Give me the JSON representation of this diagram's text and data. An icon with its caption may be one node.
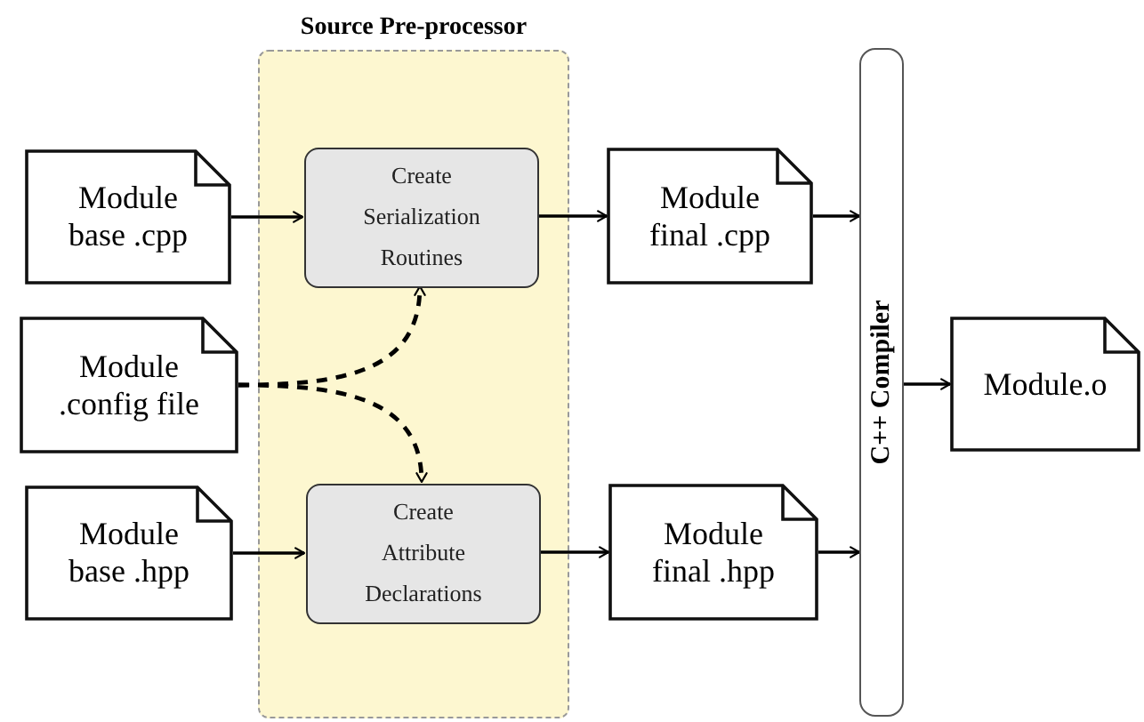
{
  "diagram": {
    "nodes": [
      {
        "text": [
          "Source Pre-processor"
        ]
      },
      {
        "text": [
          "Module base .cpp"
        ]
      },
      {
        "text": [
          "Create Serialization Routines"
        ],
        "in": 0
      },
      {
        "text": [
          "Module .config file"
        ]
      },
      {
        "text": [
          "Create Attribute Declarations"
        ],
        "in": 0
      },
      {
        "text": [
          "Module base .hpp"
        ]
      },
      {
        "text": [
          "Module final .cpp"
        ]
      },
      {
        "text": [
          "Module final .hpp"
        ]
      },
      {
        "text": [
          "C++ Compiler"
        ]
      },
      {
        "text": [
          "Module.o"
        ]
      }
    ],
    "edges": [
      {
        "from": 1,
        "to": 2,
        "arrow": "to"
      },
      {
        "from": 3,
        "to": 2,
        "arrow": "to",
        "style": "dashed"
      },
      {
        "from": 3,
        "to": 4,
        "arrow": "to",
        "style": "dashed"
      },
      {
        "from": 5,
        "to": 4,
        "arrow": "to"
      },
      {
        "from": 2,
        "to": 6,
        "arrow": "to"
      },
      {
        "from": 4,
        "to": 7,
        "arrow": "to"
      },
      {
        "from": 6,
        "to": 8,
        "arrow": "to"
      },
      {
        "from": 7,
        "to": 8,
        "arrow": "to"
      },
      {
        "from": 8,
        "to": 9,
        "arrow": "to"
      }
    ]
  }
}
